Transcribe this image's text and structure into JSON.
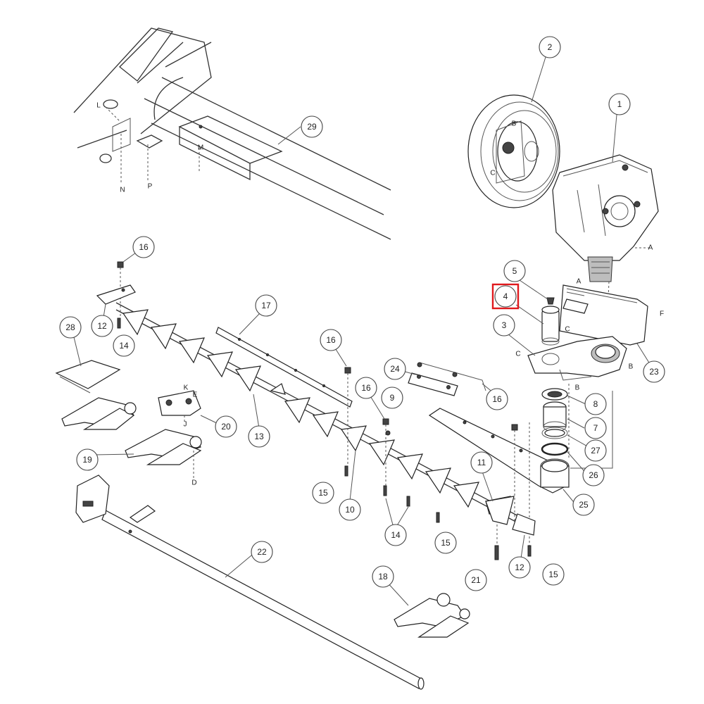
{
  "callouts": [
    {
      "id": "1",
      "label": "1"
    },
    {
      "id": "2",
      "label": "2"
    },
    {
      "id": "3",
      "label": "3"
    },
    {
      "id": "4",
      "label": "4",
      "highlighted": true
    },
    {
      "id": "5",
      "label": "5"
    },
    {
      "id": "7",
      "label": "7"
    },
    {
      "id": "8",
      "label": "8"
    },
    {
      "id": "9",
      "label": "9"
    },
    {
      "id": "10",
      "label": "10"
    },
    {
      "id": "11",
      "label": "11"
    },
    {
      "id": "12a",
      "label": "12"
    },
    {
      "id": "12b",
      "label": "12"
    },
    {
      "id": "13",
      "label": "13"
    },
    {
      "id": "14a",
      "label": "14"
    },
    {
      "id": "14b",
      "label": "14"
    },
    {
      "id": "15a",
      "label": "15"
    },
    {
      "id": "15b",
      "label": "15"
    },
    {
      "id": "15c",
      "label": "15"
    },
    {
      "id": "16a",
      "label": "16"
    },
    {
      "id": "16b",
      "label": "16"
    },
    {
      "id": "16c",
      "label": "16"
    },
    {
      "id": "16d",
      "label": "16"
    },
    {
      "id": "17",
      "label": "17"
    },
    {
      "id": "18",
      "label": "18"
    },
    {
      "id": "19",
      "label": "19"
    },
    {
      "id": "20",
      "label": "20"
    },
    {
      "id": "21",
      "label": "21"
    },
    {
      "id": "22",
      "label": "22"
    },
    {
      "id": "23",
      "label": "23"
    },
    {
      "id": "24",
      "label": "24"
    },
    {
      "id": "25",
      "label": "25"
    },
    {
      "id": "26",
      "label": "26"
    },
    {
      "id": "27",
      "label": "27"
    },
    {
      "id": "28",
      "label": "28"
    },
    {
      "id": "29",
      "label": "29"
    }
  ],
  "letters": {
    "L": "L",
    "M": "M",
    "N": "N",
    "P": "P",
    "B1": "B",
    "C1": "C",
    "A1": "A",
    "A2": "A",
    "C2": "C",
    "F": "F",
    "C3": "C",
    "B2": "B",
    "B3": "B",
    "K": "K",
    "E": "E",
    "J": "J",
    "D": "D"
  },
  "highlight_color": "#e0191d"
}
